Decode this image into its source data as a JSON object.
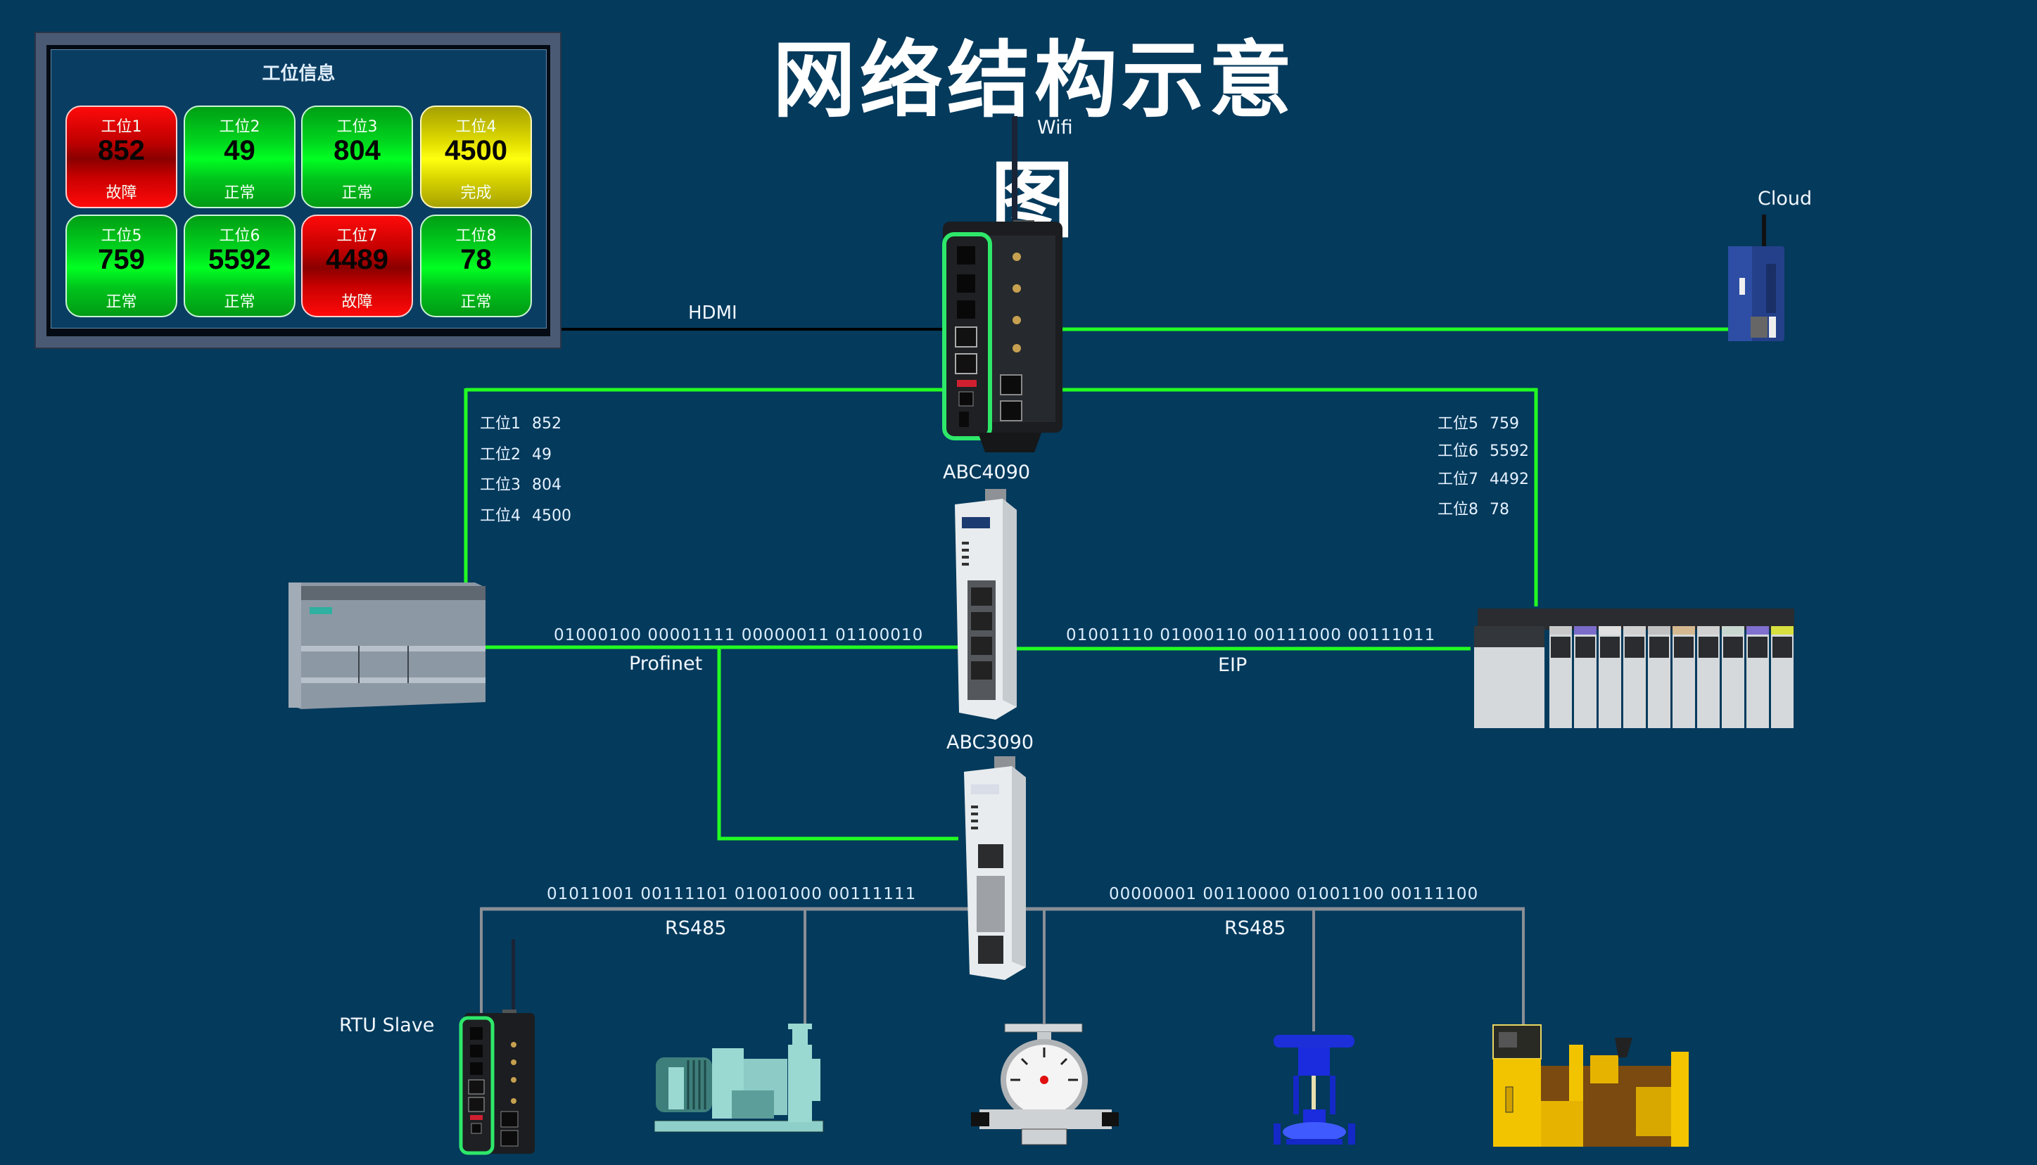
{
  "title": "网络结构示意图",
  "hmi": {
    "title": "工位信息",
    "tiles": [
      {
        "name": "工位1",
        "value": "852",
        "status": "故障",
        "state": "fault"
      },
      {
        "name": "工位2",
        "value": "49",
        "status": "正常",
        "state": "normal"
      },
      {
        "name": "工位3",
        "value": "804",
        "status": "正常",
        "state": "normal"
      },
      {
        "name": "工位4",
        "value": "4500",
        "status": "完成",
        "state": "done"
      },
      {
        "name": "工位5",
        "value": "759",
        "status": "正常",
        "state": "normal"
      },
      {
        "name": "工位6",
        "value": "5592",
        "status": "正常",
        "state": "normal"
      },
      {
        "name": "工位7",
        "value": "4489",
        "status": "故障",
        "state": "fault"
      },
      {
        "name": "工位8",
        "value": "78",
        "status": "正常",
        "state": "normal"
      }
    ]
  },
  "labels": {
    "wifi": "Wifi",
    "cloud": "Cloud",
    "hdmi": "HDMI",
    "gateway_top": "ABC4090",
    "gateway_mid": "ABC3090",
    "profinet": "Profinet",
    "eip": "EIP",
    "rs485_left": "RS485",
    "rs485_right": "RS485",
    "rtu_slave": "RTU Slave"
  },
  "left_readout": [
    {
      "name": "工位1",
      "value": "852"
    },
    {
      "name": "工位2",
      "value": "49"
    },
    {
      "name": "工位3",
      "value": "804"
    },
    {
      "name": "工位4",
      "value": "4500"
    }
  ],
  "right_readout": [
    {
      "name": "工位5",
      "value": "759"
    },
    {
      "name": "工位6",
      "value": "5592"
    },
    {
      "name": "工位7",
      "value": "4492"
    },
    {
      "name": "工位8",
      "value": "78"
    }
  ],
  "bitstreams": {
    "profinet": "01000100  00001111  00000011  01100010",
    "eip": "01001110  01000110  00111000  00111011",
    "rs485_left": "01011001  00111101  01001000  00111111",
    "rs485_right": "00000001  00110000  01001100  00111100"
  },
  "colors": {
    "background": "#043a5c",
    "ethernet_link": "#22ff22",
    "serial_bus": "#8a8f96",
    "hdmi_link": "#000000",
    "fault": "#e00000",
    "normal": "#00e01e",
    "done": "#e8e400"
  }
}
